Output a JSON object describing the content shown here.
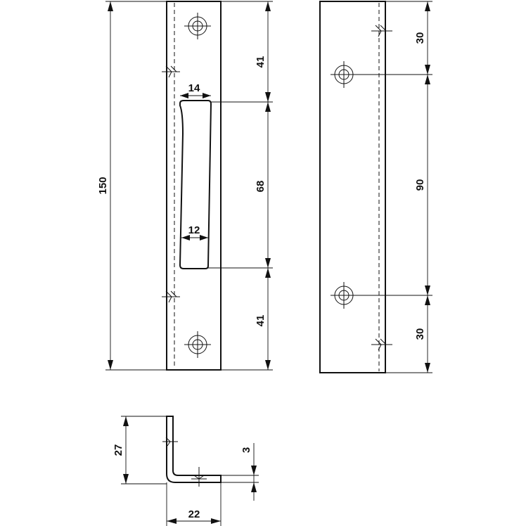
{
  "dimensions": {
    "overall_length": "150",
    "top_segment": "41",
    "slot_length": "68",
    "bottom_segment": "41",
    "slot_top_width": "14",
    "slot_bottom_width": "12",
    "hole_edge_top": "30",
    "hole_spacing": "90",
    "hole_edge_bottom": "30",
    "profile_height": "27",
    "profile_width": "22",
    "thickness": "3"
  }
}
